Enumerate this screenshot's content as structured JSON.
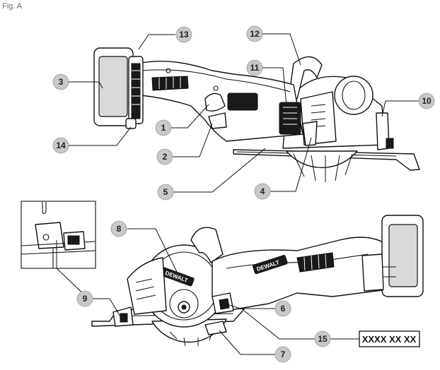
{
  "figure_label": "Fig. A",
  "serial_number": "XXXX XX XX",
  "brand_mark": "DEWALT",
  "callouts": [
    {
      "id": "13",
      "label": "13"
    },
    {
      "id": "12",
      "label": "12"
    },
    {
      "id": "3",
      "label": "3"
    },
    {
      "id": "11",
      "label": "11"
    },
    {
      "id": "10",
      "label": "10"
    },
    {
      "id": "1",
      "label": "1"
    },
    {
      "id": "14",
      "label": "14"
    },
    {
      "id": "2",
      "label": "2"
    },
    {
      "id": "5",
      "label": "5"
    },
    {
      "id": "4",
      "label": "4"
    },
    {
      "id": "8",
      "label": "8"
    },
    {
      "id": "9",
      "label": "9"
    },
    {
      "id": "6",
      "label": "6"
    },
    {
      "id": "15",
      "label": "15"
    },
    {
      "id": "7",
      "label": "7"
    }
  ]
}
